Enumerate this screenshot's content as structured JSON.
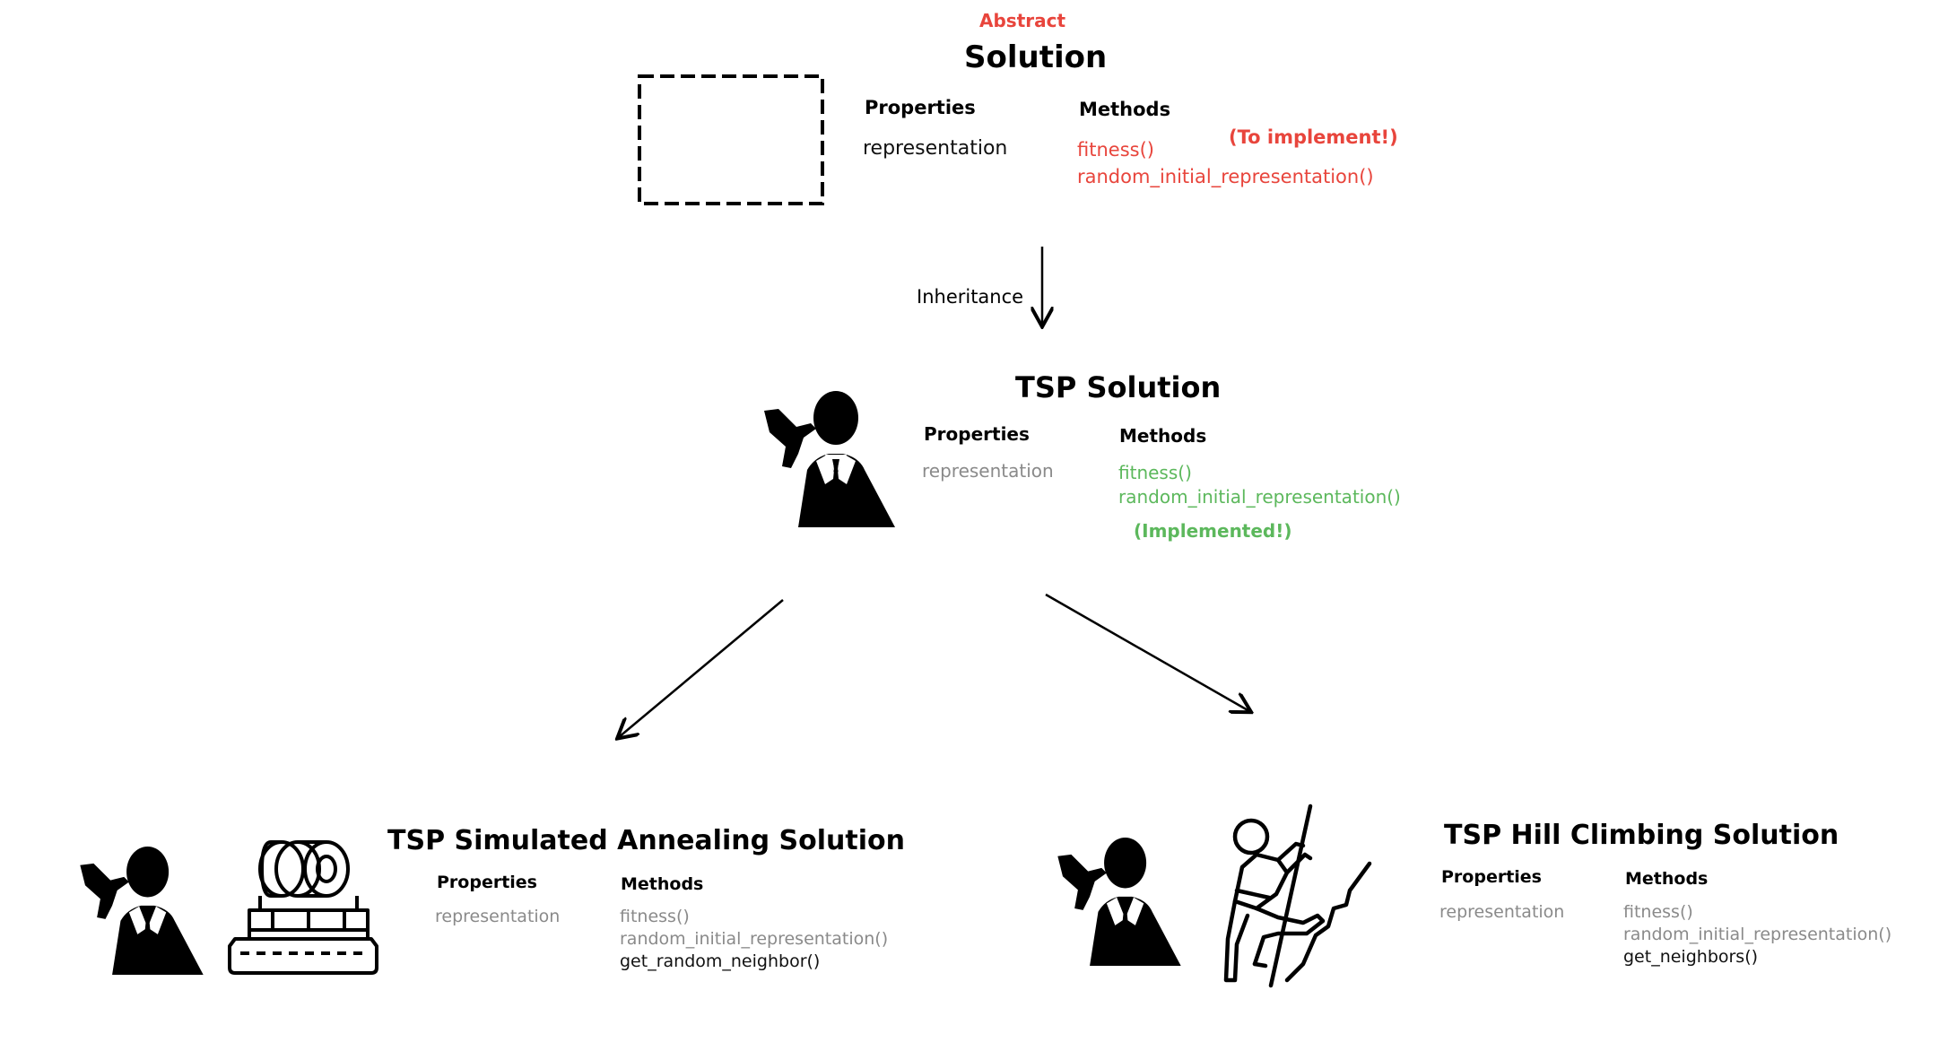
{
  "base": {
    "tag": "Abstract",
    "title": "Solution",
    "properties_heading": "Properties",
    "properties": [
      "representation"
    ],
    "methods_heading": "Methods",
    "methods": [
      "fitness()",
      "random_initial_representation()"
    ],
    "note": "(To implement!)"
  },
  "inheritance_label": "Inheritance",
  "tsp": {
    "title": "TSP Solution",
    "properties_heading": "Properties",
    "properties": [
      "representation"
    ],
    "methods_heading": "Methods",
    "methods": [
      "fitness()",
      "random_initial_representation()"
    ],
    "note": "(Implemented!)"
  },
  "sa": {
    "title": "TSP Simulated Annealing Solution",
    "properties_heading": "Properties",
    "properties": [
      "representation"
    ],
    "methods_heading": "Methods",
    "inherited_methods": [
      "fitness()",
      "random_initial_representation()"
    ],
    "new_methods": [
      "get_random_neighbor()"
    ]
  },
  "hc": {
    "title": "TSP Hill Climbing Solution",
    "properties_heading": "Properties",
    "properties": [
      "representation"
    ],
    "methods_heading": "Methods",
    "inherited_methods": [
      "fitness()",
      "random_initial_representation()"
    ],
    "new_methods": [
      "get_neighbors()"
    ]
  },
  "icons": {
    "abstract_placeholder": "dashed-rectangle",
    "salesman": "salesman-with-plane-icon",
    "annealing": "annealing-furnace-icon",
    "climber": "climber-icon"
  },
  "colors": {
    "abstract": "#e8453c",
    "implemented": "#5cb85c",
    "inherited": "#8a8a8a",
    "new": "#111111"
  }
}
